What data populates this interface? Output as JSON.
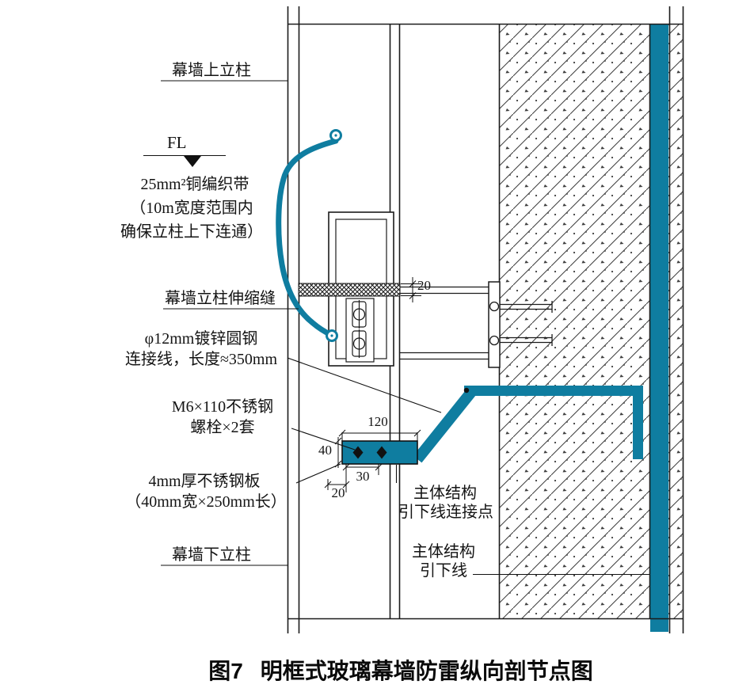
{
  "colors": {
    "teal": "#0f7da0",
    "line": "#1b1b1b",
    "text": "#141414"
  },
  "labels": {
    "top_mullion": "幕墙上立柱",
    "fl_level": "FL",
    "copper_braid_line1": "25mm²铜编织带",
    "copper_braid_line2": "（10m宽度范围内",
    "copper_braid_line3": "确保立柱上下连通）",
    "expansion_joint": "幕墙立柱伸缩缝",
    "round_steel_line1": "φ12mm镀锌圆钢",
    "round_steel_line2": "连接线，长度≈350mm",
    "bolt_line1": "M6×110不锈钢",
    "bolt_line2": "螺栓×2套",
    "plate_line1": "4mm厚不锈钢板",
    "plate_line2": "（40mm宽×250mm长）",
    "bottom_mullion": "幕墙下立柱",
    "connection_point_line1": "主体结构",
    "connection_point_line2": "引下线连接点",
    "down_conductor_line1": "主体结构",
    "down_conductor_line2": "引下线"
  },
  "dimensions": {
    "joint_gap": "20",
    "plate_length": "120",
    "plate_height": "40",
    "spacing_30": "30",
    "spacing_20": "20"
  },
  "caption": {
    "figure_no": "图7",
    "title": "明框式玻璃幕墙防雷纵向剖节点图"
  }
}
